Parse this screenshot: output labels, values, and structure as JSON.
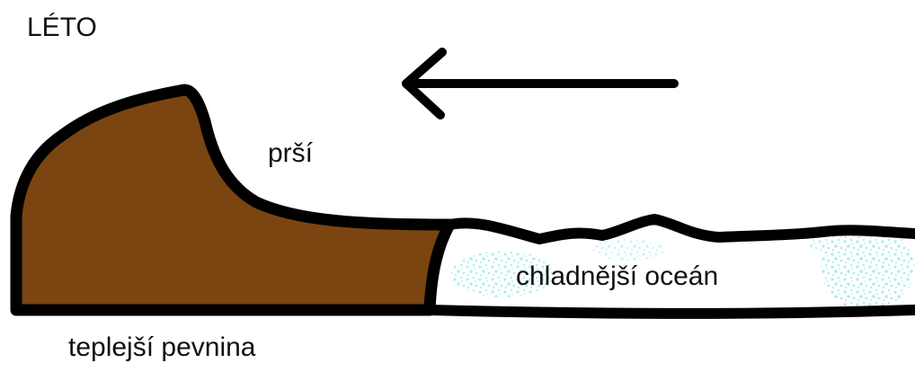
{
  "labels": {
    "season": "LÉTO",
    "rain": "prší",
    "ocean": "chladnější oceán",
    "land": "teplejší pevnina"
  },
  "colors": {
    "land_fill": "#7a4510",
    "outline": "#000000",
    "ocean_speckle": "#a6ecf2",
    "background": "#ffffff"
  },
  "wind_direction": "left"
}
